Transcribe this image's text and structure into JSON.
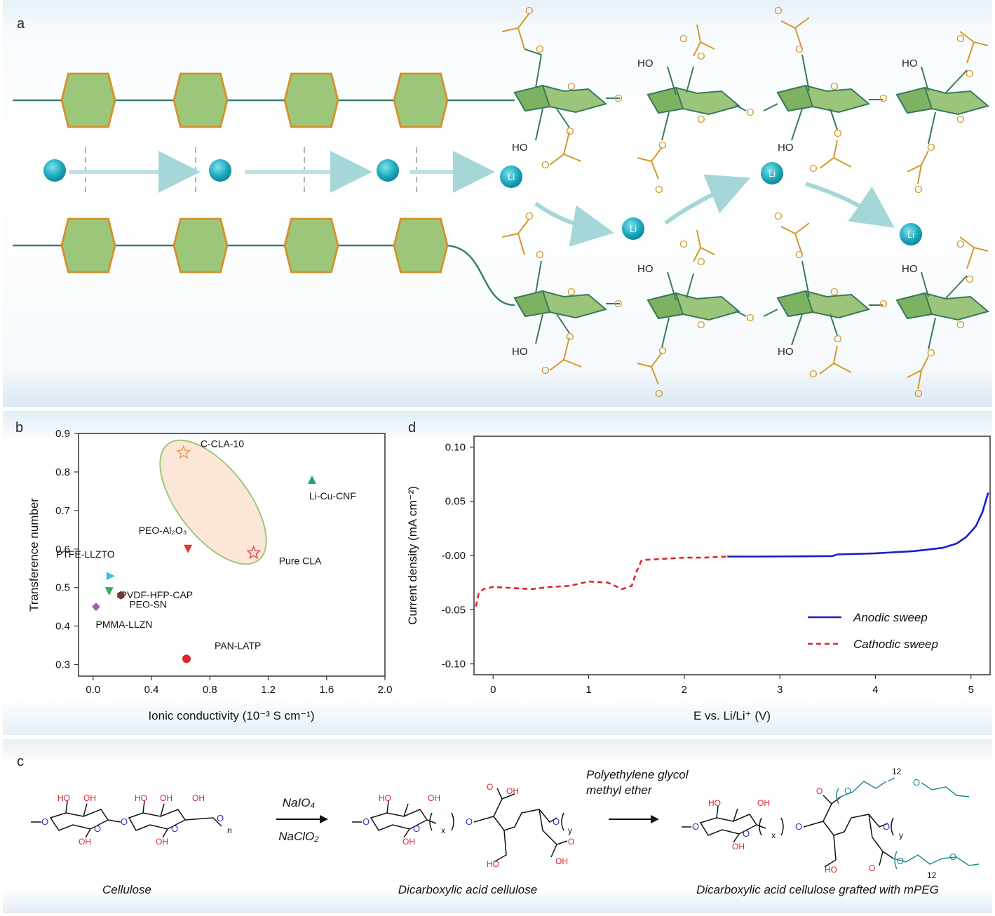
{
  "panels": {
    "a": "a",
    "b": "b",
    "c": "c",
    "d": "d"
  },
  "panel_a": {
    "li_label": "Li",
    "ho_label": "HO",
    "o_label": "O"
  },
  "chart_data": [
    {
      "type": "scatter",
      "panel": "b",
      "xlabel": "Ionic conductivity (10⁻³ S cm⁻¹)",
      "ylabel": "Transference number",
      "xlim": [
        -0.1,
        2.0
      ],
      "ylim": [
        0.27,
        0.9
      ],
      "xticks": [
        "0.0",
        "0.4",
        "0.8",
        "1.2",
        "1.6",
        "2.0"
      ],
      "yticks": [
        "0.3",
        "0.4",
        "0.5",
        "0.6",
        "0.7",
        "0.8",
        "0.9"
      ],
      "points": [
        {
          "label": "C-CLA-10",
          "x": 0.62,
          "y": 0.85,
          "marker": "star",
          "color": "#e8a15a"
        },
        {
          "label": "Pure CLA",
          "x": 1.1,
          "y": 0.59,
          "marker": "star",
          "color": "#e8515a"
        },
        {
          "label": "Li-Cu-CNF",
          "x": 1.5,
          "y": 0.78,
          "marker": "triangle-up",
          "color": "#2d9c7b"
        },
        {
          "label": "PEO-Al₂O₃",
          "x": 0.65,
          "y": 0.6,
          "marker": "triangle-down",
          "color": "#e03a2a"
        },
        {
          "label": "PTFE-LLZTO",
          "x": 0.12,
          "y": 0.53,
          "marker": "triangle-right",
          "color": "#3cc4d8"
        },
        {
          "label": "PVDF-HFP-CAP",
          "x": 0.11,
          "y": 0.49,
          "marker": "triangle-down",
          "color": "#3aa46a"
        },
        {
          "label": "PEO-SN",
          "x": 0.19,
          "y": 0.48,
          "marker": "hexagon",
          "color": "#6b3a3a"
        },
        {
          "label": "PMMA-LLZN",
          "x": 0.02,
          "y": 0.45,
          "marker": "diamond",
          "color": "#a060b0"
        },
        {
          "label": "PAN-LATP",
          "x": 0.64,
          "y": 0.315,
          "marker": "circle",
          "color": "#e2232a"
        }
      ]
    },
    {
      "type": "line",
      "panel": "d",
      "xlabel": "E vs. Li/Li⁺ (V)",
      "ylabel": "Current density (mA cm⁻²)",
      "xlim": [
        -0.2,
        5.2
      ],
      "ylim": [
        -0.11,
        0.11
      ],
      "xticks": [
        "0",
        "1",
        "2",
        "3",
        "4",
        "5"
      ],
      "yticks": [
        "0.10",
        "0.05",
        "-0.00",
        "-0.05",
        "-0.10"
      ],
      "series": [
        {
          "name": "Anodic sweep",
          "color": "#1a1ad0",
          "dash": false,
          "x": [
            2.45,
            2.8,
            3.2,
            3.55,
            3.6,
            4.0,
            4.4,
            4.7,
            4.85,
            4.95,
            5.05,
            5.12,
            5.18
          ],
          "y": [
            -0.001,
            -0.001,
            -0.0008,
            -0.0005,
            0.001,
            0.002,
            0.004,
            0.007,
            0.011,
            0.017,
            0.027,
            0.04,
            0.058
          ]
        },
        {
          "name": "Cathodic sweep",
          "color": "#e0242a",
          "dash": true,
          "x": [
            -0.18,
            -0.15,
            -0.1,
            0.0,
            0.2,
            0.4,
            0.6,
            0.8,
            1.0,
            1.2,
            1.35,
            1.45,
            1.5,
            1.55,
            1.6,
            1.8,
            2.0,
            2.2,
            2.45
          ],
          "y": [
            -0.047,
            -0.035,
            -0.031,
            -0.029,
            -0.03,
            -0.031,
            -0.029,
            -0.028,
            -0.024,
            -0.025,
            -0.031,
            -0.028,
            -0.015,
            -0.005,
            -0.004,
            -0.003,
            -0.002,
            -0.002,
            -0.001
          ]
        }
      ]
    }
  ],
  "panel_c": {
    "reagent_top": "NaIO₄",
    "reagent_bottom": "NaClO₂",
    "reagent_peg_line1": "Polyethylene glycol",
    "reagent_peg_line2": "methyl ether",
    "name_cellulose": "Cellulose",
    "name_dac": "Dicarboxylic acid cellulose",
    "name_dac_peg": "Dicarboxylic acid cellulose grafted with mPEG",
    "n": "n",
    "x": "x",
    "y": "y",
    "twelve": "12",
    "oh": "OH",
    "ho": "HO",
    "o": "O"
  }
}
